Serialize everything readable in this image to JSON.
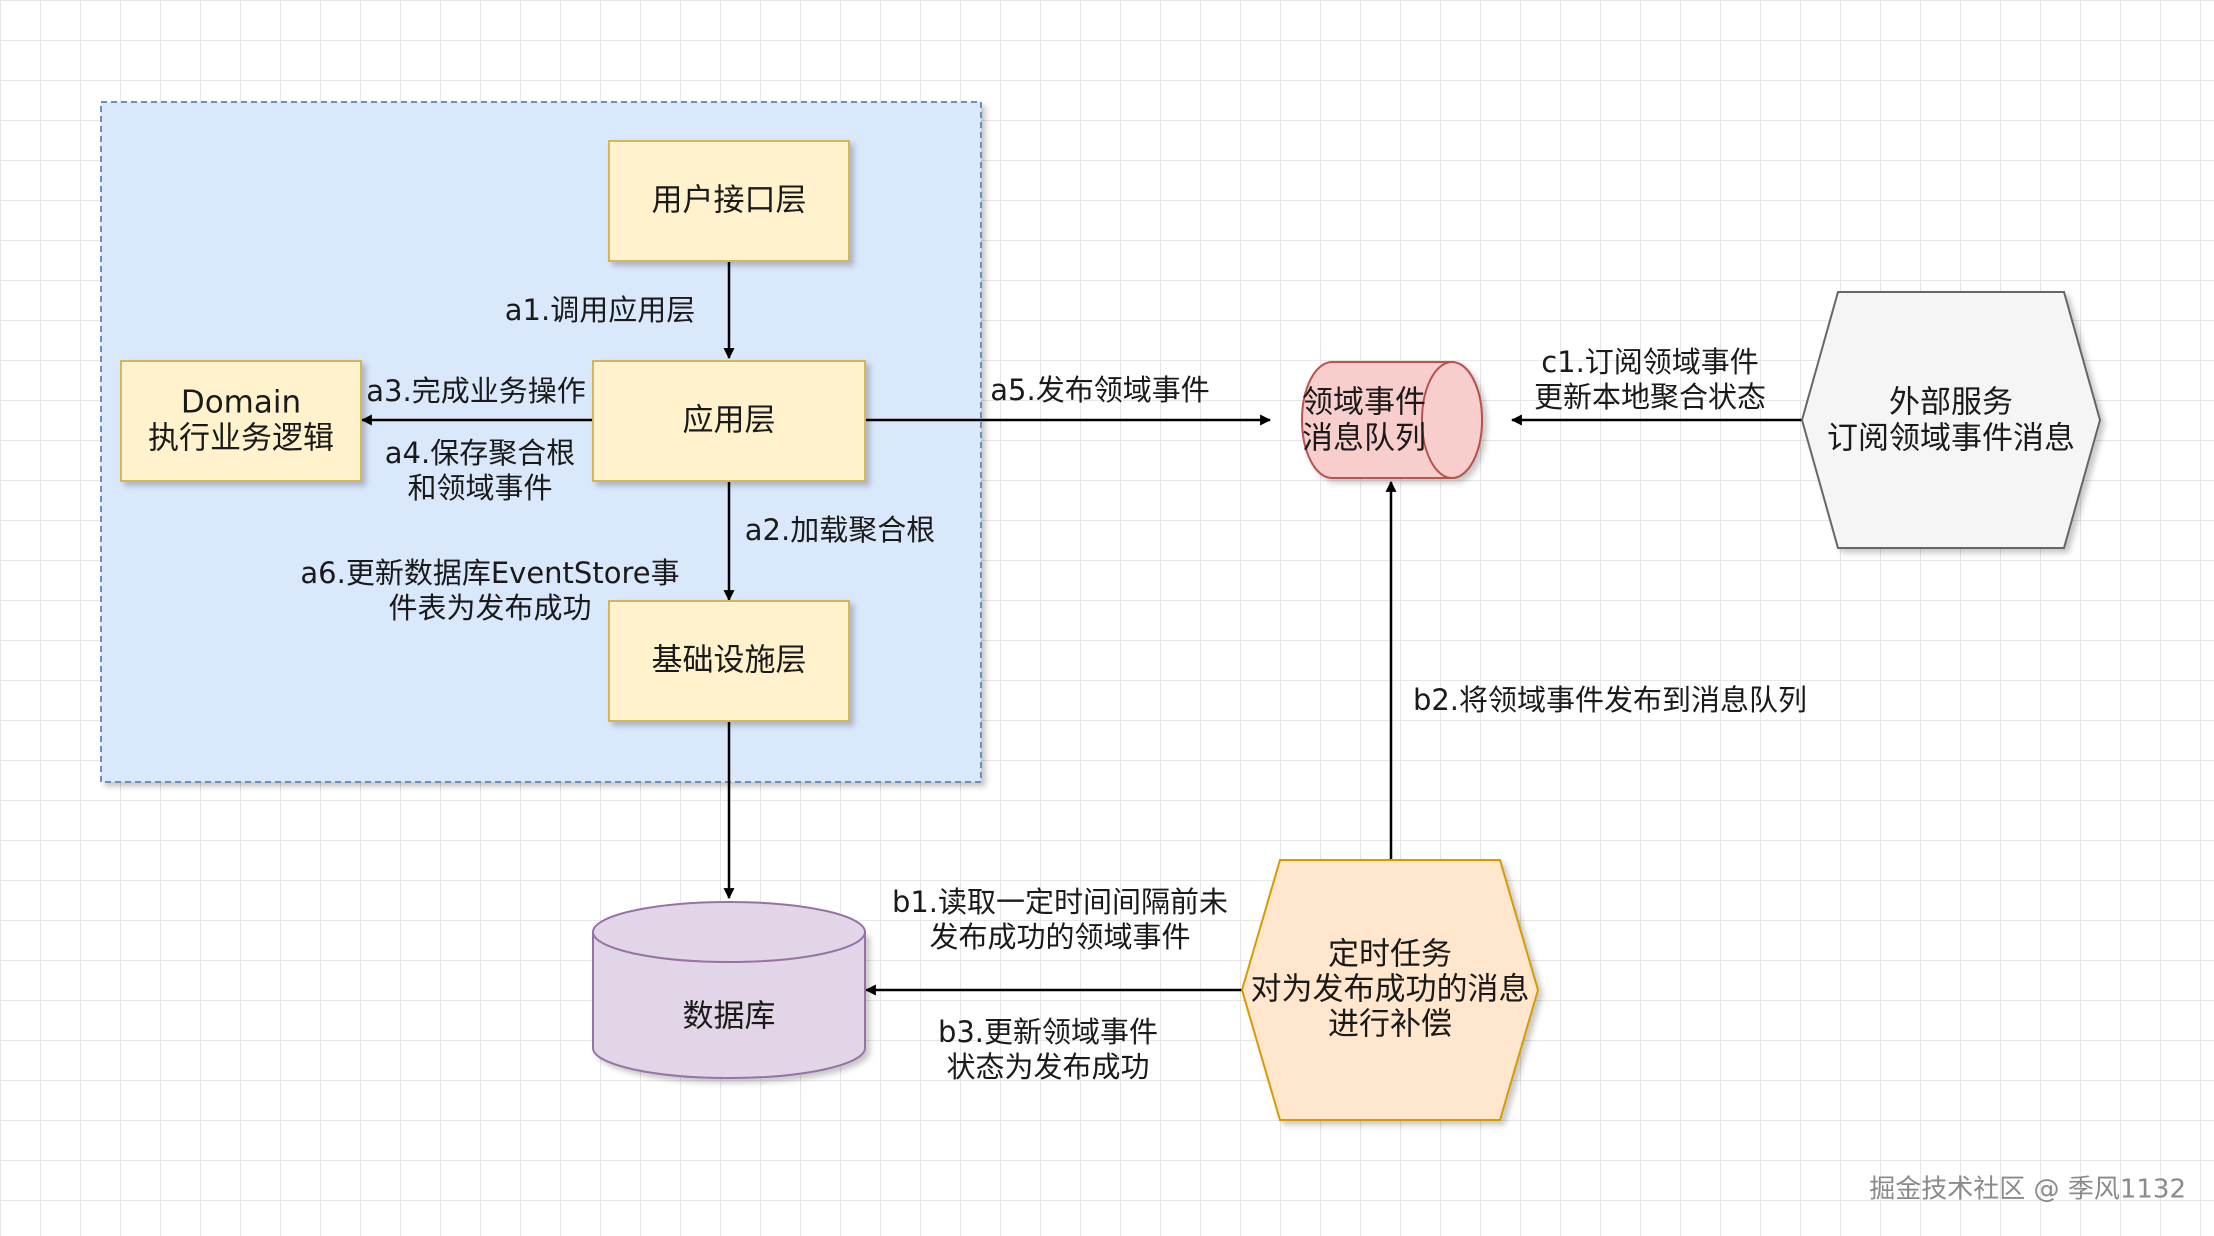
{
  "diagram": {
    "nodes": {
      "user_interface_layer": "用户接口层",
      "application_layer": "应用层",
      "infrastructure_layer": "基础设施层",
      "domain": [
        "Domain",
        "执行业务逻辑"
      ],
      "message_queue": [
        "领域事件",
        "消息队列"
      ],
      "external_service": [
        "外部服务",
        "订阅领域事件消息"
      ],
      "database": "数据库",
      "scheduled_task": [
        "定时任务",
        "对为发布成功的消息",
        "进行补偿"
      ]
    },
    "edges": {
      "a1": "a1.调用应用层",
      "a2": "a2.加载聚合根",
      "a3": "a3.完成业务操作",
      "a4": [
        "a4.保存聚合根",
        "和领域事件"
      ],
      "a5": "a5.发布领域事件",
      "a6": [
        "a6.更新数据库EventStore事",
        "件表为发布成功"
      ],
      "b1": [
        "b1.读取一定时间间隔前未",
        "发布成功的领域事件"
      ],
      "b2": "b2.将领域事件发布到消息队列",
      "b3": [
        "b3.更新领域事件",
        "状态为发布成功"
      ],
      "c1": [
        "c1.订阅领域事件",
        "更新本地聚合状态"
      ]
    },
    "colors": {
      "group_fill": "#dae8fc",
      "group_stroke": "#6c8ebf",
      "layer_fill": "#fff2cc",
      "layer_stroke": "#d6b656",
      "queue_fill": "#f8cecc",
      "queue_stroke": "#b85450",
      "external_fill": "#f5f5f5",
      "external_stroke": "#666666",
      "database_fill": "#e1d5e7",
      "database_stroke": "#9673a6",
      "task_fill": "#ffe6cc",
      "task_stroke": "#d79b00"
    }
  },
  "watermark": "掘金技术社区 @ 季风1132"
}
